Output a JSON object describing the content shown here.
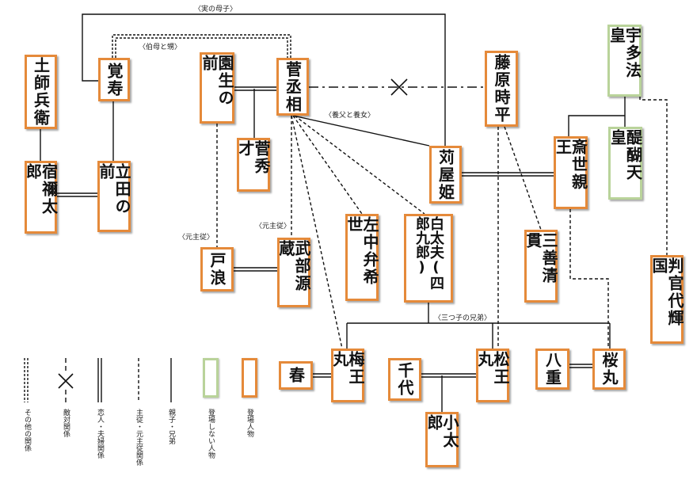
{
  "people": {
    "hijihyoe": "土師兵衛",
    "kakuju": "覚寿",
    "sonoo": "園生の前",
    "shojo": "菅丞相",
    "fujiwara": "藤原時平",
    "uda": "宇多法皇",
    "sukune": "宿禰太郎",
    "tatsuta": "立田の前",
    "kanshusai": "菅秀才",
    "kariya": "苅屋姫",
    "tokiyo": "斎世親王",
    "daigo": "醍醐天皇",
    "sachuben": "左中弁希世",
    "shiradayu": "白太夫(四郎九郎)",
    "miyoshi": "三善清貫",
    "hangan": "判官代輝国",
    "tonami": "戸浪",
    "takebe": "武部源蔵",
    "haru": "春",
    "umeomaru": "梅王丸",
    "chiyo": "千代",
    "matsuomaru": "松王丸",
    "yae": "八重",
    "sakuramaru": "桜丸",
    "kotaro": "小太郎"
  },
  "notes": {
    "jitsu_boshi": "〈実の母子〉",
    "oba_mei": "〈伯母と甥〉",
    "yofu_yojo": "〈養父と養女〉",
    "moto_shuju1": "〈元主従〉",
    "moto_shuju2": "〈元主従〉",
    "mitsugo": "〈三つ子の兄弟〉"
  },
  "legend": {
    "other": "その他の関係",
    "enemy": "敵対関係",
    "couple": "恋人・夫婦関係",
    "master": "主従・元主従関係",
    "parent": "親子・兄弟",
    "absent": "登場しない人物",
    "present": "登場人物"
  },
  "colors": {
    "present_border": "#e58a3a",
    "absent_border": "#b9d39a"
  }
}
